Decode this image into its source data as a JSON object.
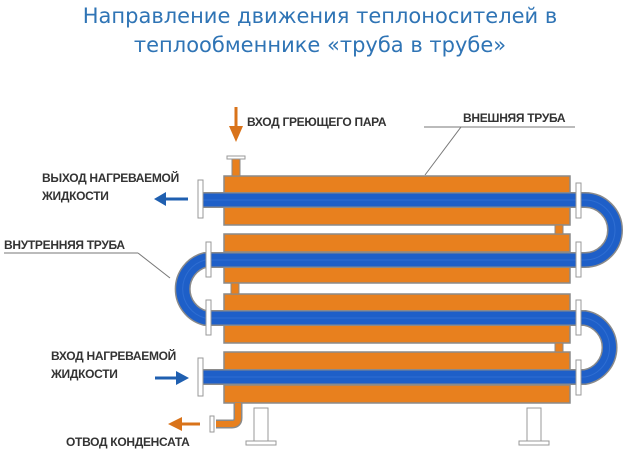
{
  "title": {
    "line1": "Направление движения теплоносителей в",
    "line2": "теплообменнике «труба в трубе»"
  },
  "labels": {
    "steam_inlet": "ВХОД ГРЕЮЩЕГО ПАРА",
    "outer_tube": "ВНЕШНЯЯ ТРУБА",
    "heated_outlet_1": "ВЫХОД НАГРЕВАЕМОЙ",
    "heated_outlet_2": "ЖИДКОСТИ",
    "inner_tube": "ВНУТРЕННЯЯ ТРУБА",
    "heated_inlet_1": "ВХОД НАГРЕВАЕМОЙ",
    "heated_inlet_2": "ЖИДКОСТИ",
    "condensate": "ОТВОД КОНДЕНСАТА"
  },
  "colors": {
    "title": "#2f74b5",
    "outer_tube": "#e8801e",
    "inner_tube": "#1e5fc8",
    "steam_arrow": "#d9731a",
    "liquid_arrow": "#1f5fb0",
    "outline": "#9a9a9a"
  }
}
